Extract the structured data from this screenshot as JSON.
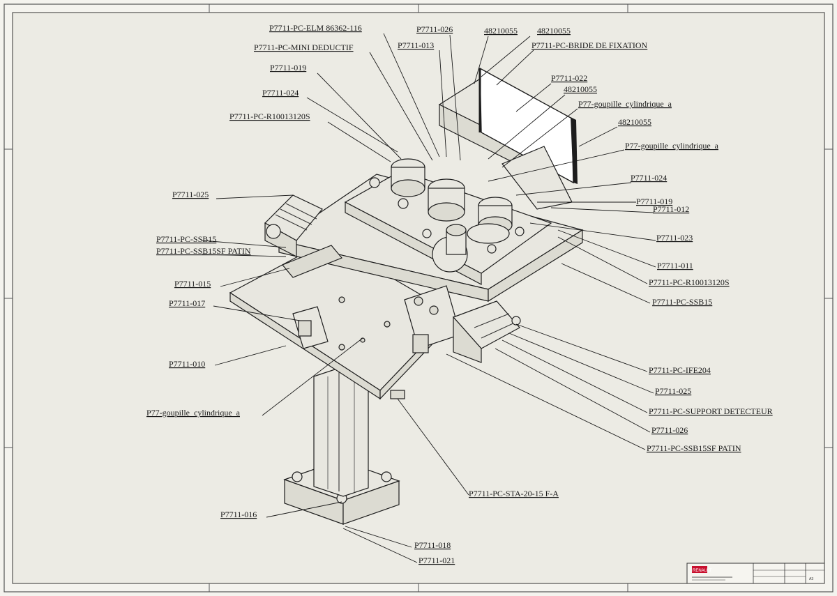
{
  "callouts": [
    {
      "text": "P7711-PC-ELM 86362-116"
    },
    {
      "text": "P7711-026"
    },
    {
      "text": "48210055"
    },
    {
      "text": "48210055"
    },
    {
      "text": "P7711-PC-MINI DEDUCTIF"
    },
    {
      "text": "P7711-013"
    },
    {
      "text": "P7711-PC-BRIDE DE FIXATION"
    },
    {
      "text": "P7711-019"
    },
    {
      "text": "P7711-022"
    },
    {
      "text": "48210055"
    },
    {
      "text": "P7711-024"
    },
    {
      "text": "P77-goupille_cylindrique_a"
    },
    {
      "text": "P7711-PC-R10013120S"
    },
    {
      "text": "48210055"
    },
    {
      "text": "P77-goupille_cylindrique_a"
    },
    {
      "text": "P7711-024"
    },
    {
      "text": "P7711-025"
    },
    {
      "text": "P7711-019"
    },
    {
      "text": "P7711-012"
    },
    {
      "text": "P7711-PC-SSB15"
    },
    {
      "text": "P7711-023"
    },
    {
      "text": "P7711-PC-SSB15SF PATIN"
    },
    {
      "text": "P7711-011"
    },
    {
      "text": "P7711-015"
    },
    {
      "text": "P7711-PC-R10013120S"
    },
    {
      "text": "P7711-017"
    },
    {
      "text": "P7711-PC-SSB15"
    },
    {
      "text": "P7711-PC-IFE204"
    },
    {
      "text": "P7711-016"
    },
    {
      "text": "P7711-025"
    },
    {
      "text": "P7711-PC-SUPPORT DETECTEUR"
    },
    {
      "text": "P77-goupille_cylindrique_a"
    },
    {
      "text": "P7711-026"
    },
    {
      "text": "P7711-PC-SSB15SF PATIN"
    },
    {
      "text": "P7711-PC-STA-20-15 F-A"
    },
    {
      "text": "P7711-010"
    },
    {
      "text": "P7711-018"
    },
    {
      "text": "P7711-021"
    }
  ],
  "title_block": {
    "logo": "RENAULT",
    "sheet": "A3"
  }
}
